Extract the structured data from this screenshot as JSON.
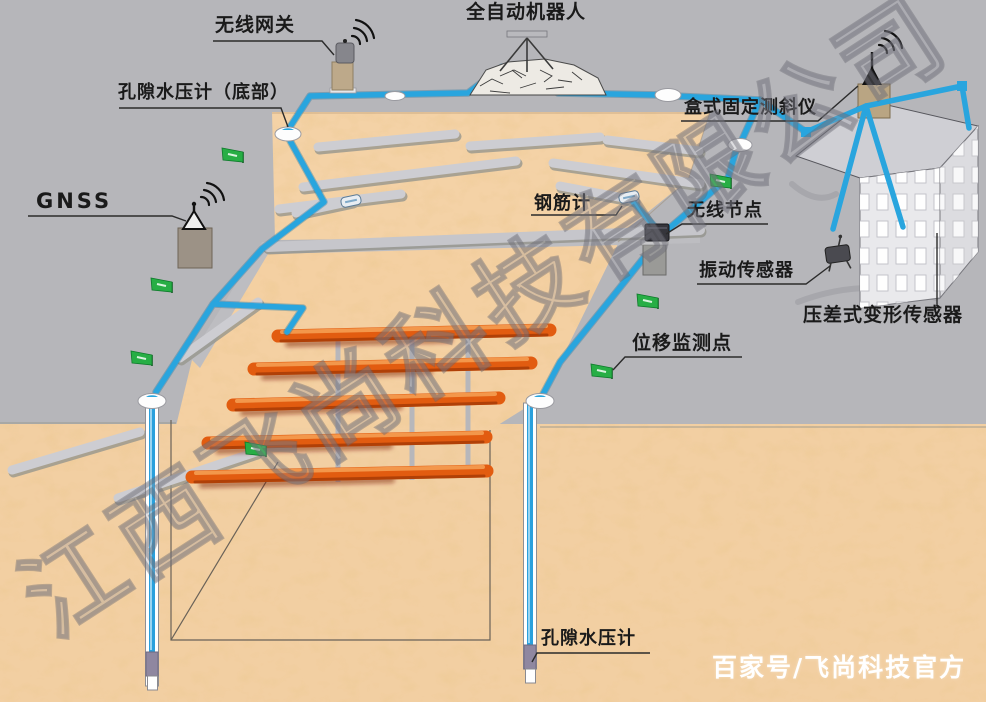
{
  "diagram": {
    "title_context": "foundation pit monitoring system diagram",
    "watermark": "江西飞尚科技有限公司",
    "credit": "百家号/飞尚科技官方",
    "labels": {
      "wireless_gateway": "无线网关",
      "auto_robot": "全自动机器人",
      "piezometer_bottom": "孔隙水压计（底部）",
      "gnss": "GNSS",
      "rebar_gauge": "钢筋计",
      "wireless_node": "无线节点",
      "box_inclinometer": "盒式固定测斜仪",
      "vibration_sensor": "振动传感器",
      "pressure_deform_sensor": "压差式变形传感器",
      "displacement_point": "位移监测点",
      "piezometer": "孔隙水压计"
    },
    "colors": {
      "surface_gray": "#b6b6ba",
      "soil_tan": "#f2cfa2",
      "cable_blue": "#29a5de",
      "strut_orange": "#e25c10",
      "flag_green": "#27ae45",
      "label_text": "#1a1a1a",
      "credit_text": "#ffffff"
    }
  }
}
